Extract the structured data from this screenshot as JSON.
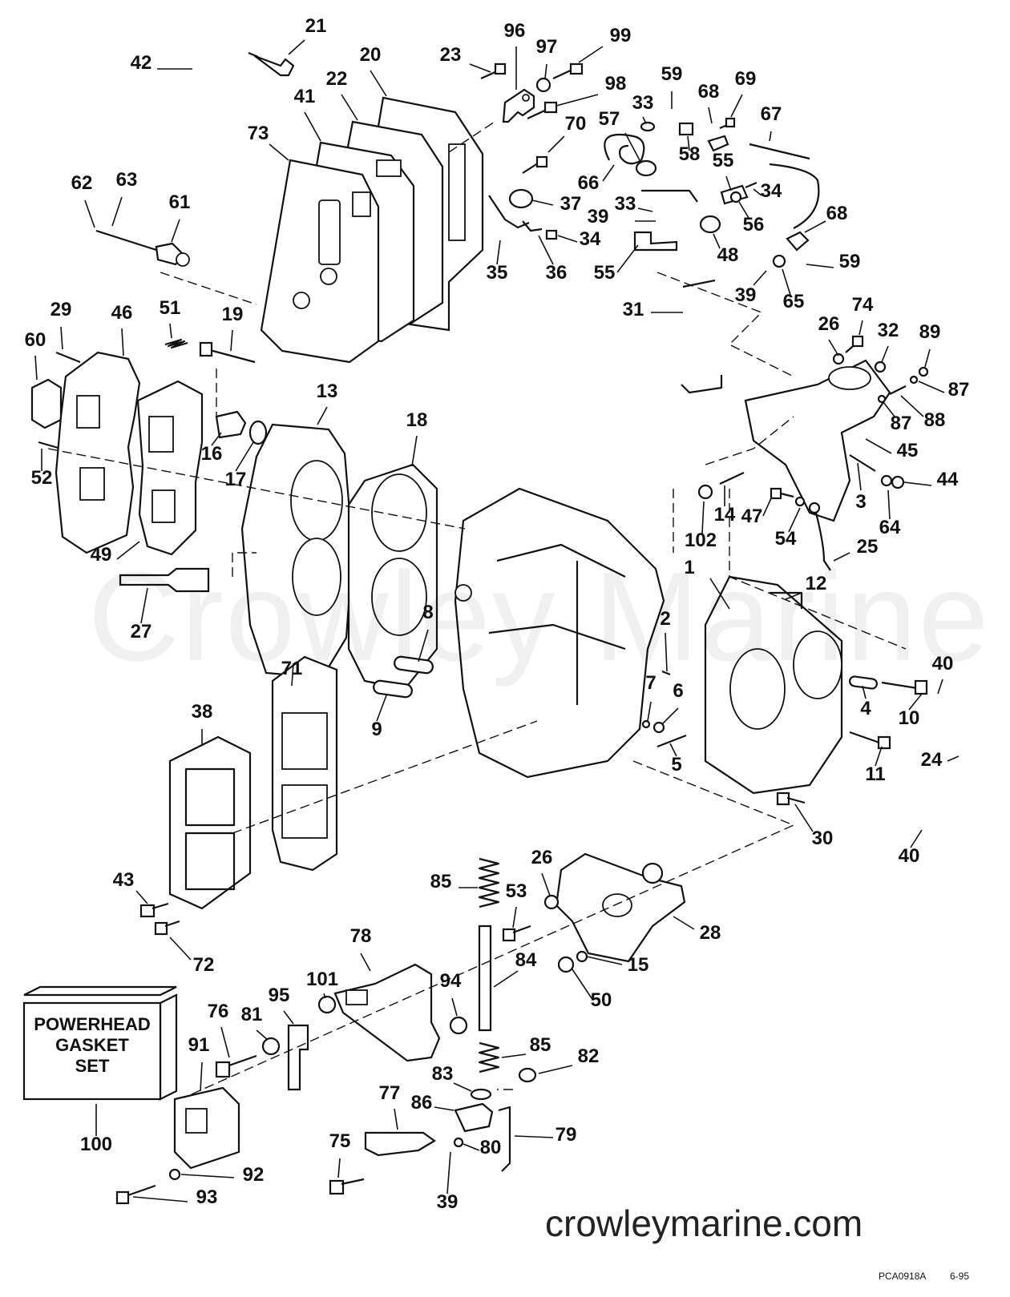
{
  "diagram": {
    "watermark_logo": "Crowley Marine",
    "watermark_url": "crowleymarine.com",
    "gasket_box_label": [
      "POWERHEAD",
      "GASKET",
      "SET"
    ],
    "part_code": "PCA0918A",
    "date_code": "6-95",
    "callouts": [
      {
        "id": "c1",
        "label": "1"
      },
      {
        "id": "c2",
        "label": "2"
      },
      {
        "id": "c3",
        "label": "3"
      },
      {
        "id": "c4",
        "label": "4"
      },
      {
        "id": "c5",
        "label": "5"
      },
      {
        "id": "c6",
        "label": "6"
      },
      {
        "id": "c7",
        "label": "7"
      },
      {
        "id": "c8",
        "label": "8"
      },
      {
        "id": "c9",
        "label": "9"
      },
      {
        "id": "c10",
        "label": "10"
      },
      {
        "id": "c11",
        "label": "11"
      },
      {
        "id": "c12",
        "label": "12"
      },
      {
        "id": "c13",
        "label": "13"
      },
      {
        "id": "c14",
        "label": "14"
      },
      {
        "id": "c15",
        "label": "15"
      },
      {
        "id": "c16",
        "label": "16"
      },
      {
        "id": "c17",
        "label": "17"
      },
      {
        "id": "c18",
        "label": "18"
      },
      {
        "id": "c19",
        "label": "19"
      },
      {
        "id": "c20",
        "label": "20"
      },
      {
        "id": "c21",
        "label": "21"
      },
      {
        "id": "c22",
        "label": "22"
      },
      {
        "id": "c23",
        "label": "23"
      },
      {
        "id": "c24",
        "label": "24"
      },
      {
        "id": "c25",
        "label": "25"
      },
      {
        "id": "c26a",
        "label": "26"
      },
      {
        "id": "c26b",
        "label": "26"
      },
      {
        "id": "c27",
        "label": "27"
      },
      {
        "id": "c28",
        "label": "28"
      },
      {
        "id": "c29",
        "label": "29"
      },
      {
        "id": "c30",
        "label": "30"
      },
      {
        "id": "c31",
        "label": "31"
      },
      {
        "id": "c32",
        "label": "32"
      },
      {
        "id": "c33a",
        "label": "33"
      },
      {
        "id": "c33b",
        "label": "33"
      },
      {
        "id": "c34a",
        "label": "34"
      },
      {
        "id": "c34b",
        "label": "34"
      },
      {
        "id": "c35",
        "label": "35"
      },
      {
        "id": "c36",
        "label": "36"
      },
      {
        "id": "c37",
        "label": "37"
      },
      {
        "id": "c38",
        "label": "38"
      },
      {
        "id": "c39a",
        "label": "39"
      },
      {
        "id": "c39b",
        "label": "39"
      },
      {
        "id": "c39c",
        "label": "39"
      },
      {
        "id": "c40a",
        "label": "40"
      },
      {
        "id": "c40b",
        "label": "40"
      },
      {
        "id": "c41",
        "label": "41"
      },
      {
        "id": "c42",
        "label": "42"
      },
      {
        "id": "c43",
        "label": "43"
      },
      {
        "id": "c44",
        "label": "44"
      },
      {
        "id": "c45",
        "label": "45"
      },
      {
        "id": "c46",
        "label": "46"
      },
      {
        "id": "c47",
        "label": "47"
      },
      {
        "id": "c48",
        "label": "48"
      },
      {
        "id": "c49",
        "label": "49"
      },
      {
        "id": "c50",
        "label": "50"
      },
      {
        "id": "c51",
        "label": "51"
      },
      {
        "id": "c52",
        "label": "52"
      },
      {
        "id": "c53",
        "label": "53"
      },
      {
        "id": "c54",
        "label": "54"
      },
      {
        "id": "c55a",
        "label": "55"
      },
      {
        "id": "c55b",
        "label": "55"
      },
      {
        "id": "c56",
        "label": "56"
      },
      {
        "id": "c57",
        "label": "57"
      },
      {
        "id": "c58",
        "label": "58"
      },
      {
        "id": "c59a",
        "label": "59"
      },
      {
        "id": "c59b",
        "label": "59"
      },
      {
        "id": "c60",
        "label": "60"
      },
      {
        "id": "c61",
        "label": "61"
      },
      {
        "id": "c62",
        "label": "62"
      },
      {
        "id": "c63",
        "label": "63"
      },
      {
        "id": "c64",
        "label": "64"
      },
      {
        "id": "c65",
        "label": "65"
      },
      {
        "id": "c66",
        "label": "66"
      },
      {
        "id": "c67",
        "label": "67"
      },
      {
        "id": "c68a",
        "label": "68"
      },
      {
        "id": "c68b",
        "label": "68"
      },
      {
        "id": "c69",
        "label": "69"
      },
      {
        "id": "c70",
        "label": "70"
      },
      {
        "id": "c71",
        "label": "71"
      },
      {
        "id": "c72",
        "label": "72"
      },
      {
        "id": "c73",
        "label": "73"
      },
      {
        "id": "c74",
        "label": "74"
      },
      {
        "id": "c75",
        "label": "75"
      },
      {
        "id": "c76",
        "label": "76"
      },
      {
        "id": "c77",
        "label": "77"
      },
      {
        "id": "c78",
        "label": "78"
      },
      {
        "id": "c79",
        "label": "79"
      },
      {
        "id": "c80",
        "label": "80"
      },
      {
        "id": "c81",
        "label": "81"
      },
      {
        "id": "c82",
        "label": "82"
      },
      {
        "id": "c83",
        "label": "83"
      },
      {
        "id": "c84",
        "label": "84"
      },
      {
        "id": "c85a",
        "label": "85"
      },
      {
        "id": "c85b",
        "label": "85"
      },
      {
        "id": "c86",
        "label": "86"
      },
      {
        "id": "c87a",
        "label": "87"
      },
      {
        "id": "c87b",
        "label": "87"
      },
      {
        "id": "c88",
        "label": "88"
      },
      {
        "id": "c89",
        "label": "89"
      },
      {
        "id": "c91",
        "label": "91"
      },
      {
        "id": "c92",
        "label": "92"
      },
      {
        "id": "c93",
        "label": "93"
      },
      {
        "id": "c94",
        "label": "94"
      },
      {
        "id": "c95",
        "label": "95"
      },
      {
        "id": "c96",
        "label": "96"
      },
      {
        "id": "c97",
        "label": "97"
      },
      {
        "id": "c98",
        "label": "98"
      },
      {
        "id": "c99",
        "label": "99"
      },
      {
        "id": "c100",
        "label": "100"
      },
      {
        "id": "c101",
        "label": "101"
      },
      {
        "id": "c102",
        "label": "102"
      }
    ]
  }
}
